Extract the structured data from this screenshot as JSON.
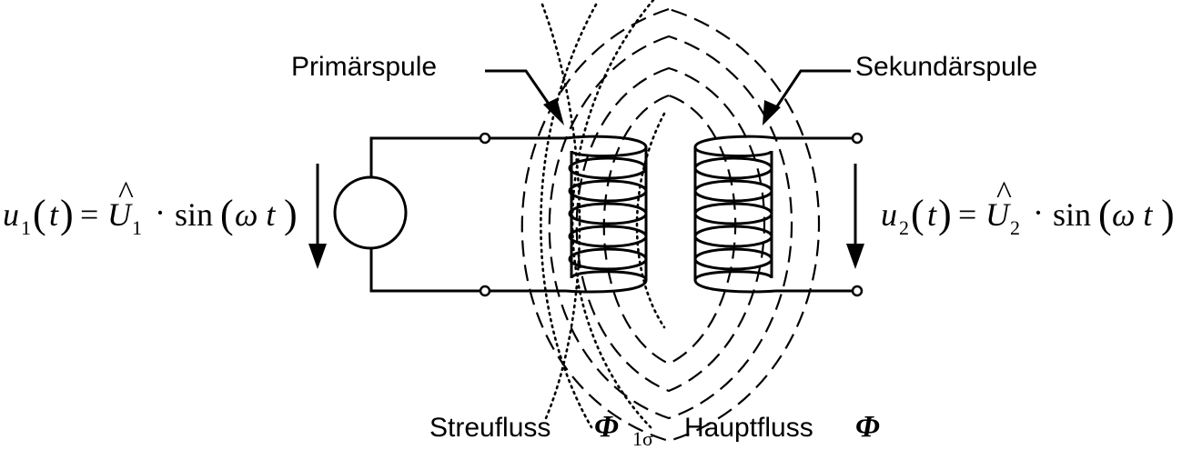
{
  "labels": {
    "primary_coil": "Primärspule",
    "secondary_coil": "Sekundärspule",
    "leakage_flux": "Streufluss",
    "leakage_flux_symbol": "Φ",
    "leakage_flux_subscript": "1σ",
    "main_flux": "Hauptfluss",
    "main_flux_symbol": "Φ"
  },
  "equations": {
    "u1": {
      "var": "u",
      "var_sub": "1",
      "arg": "t",
      "eq": "=",
      "amp": "U",
      "amp_hat": "^",
      "amp_sub": "1",
      "dot": "·",
      "func": "sin",
      "omega_t": "ω t"
    },
    "u2": {
      "var": "u",
      "var_sub": "2",
      "arg": "t",
      "eq": "=",
      "amp": "U",
      "amp_hat": "^",
      "amp_sub": "2",
      "dot": "·",
      "func": "sin",
      "omega_t": "ω t"
    }
  }
}
